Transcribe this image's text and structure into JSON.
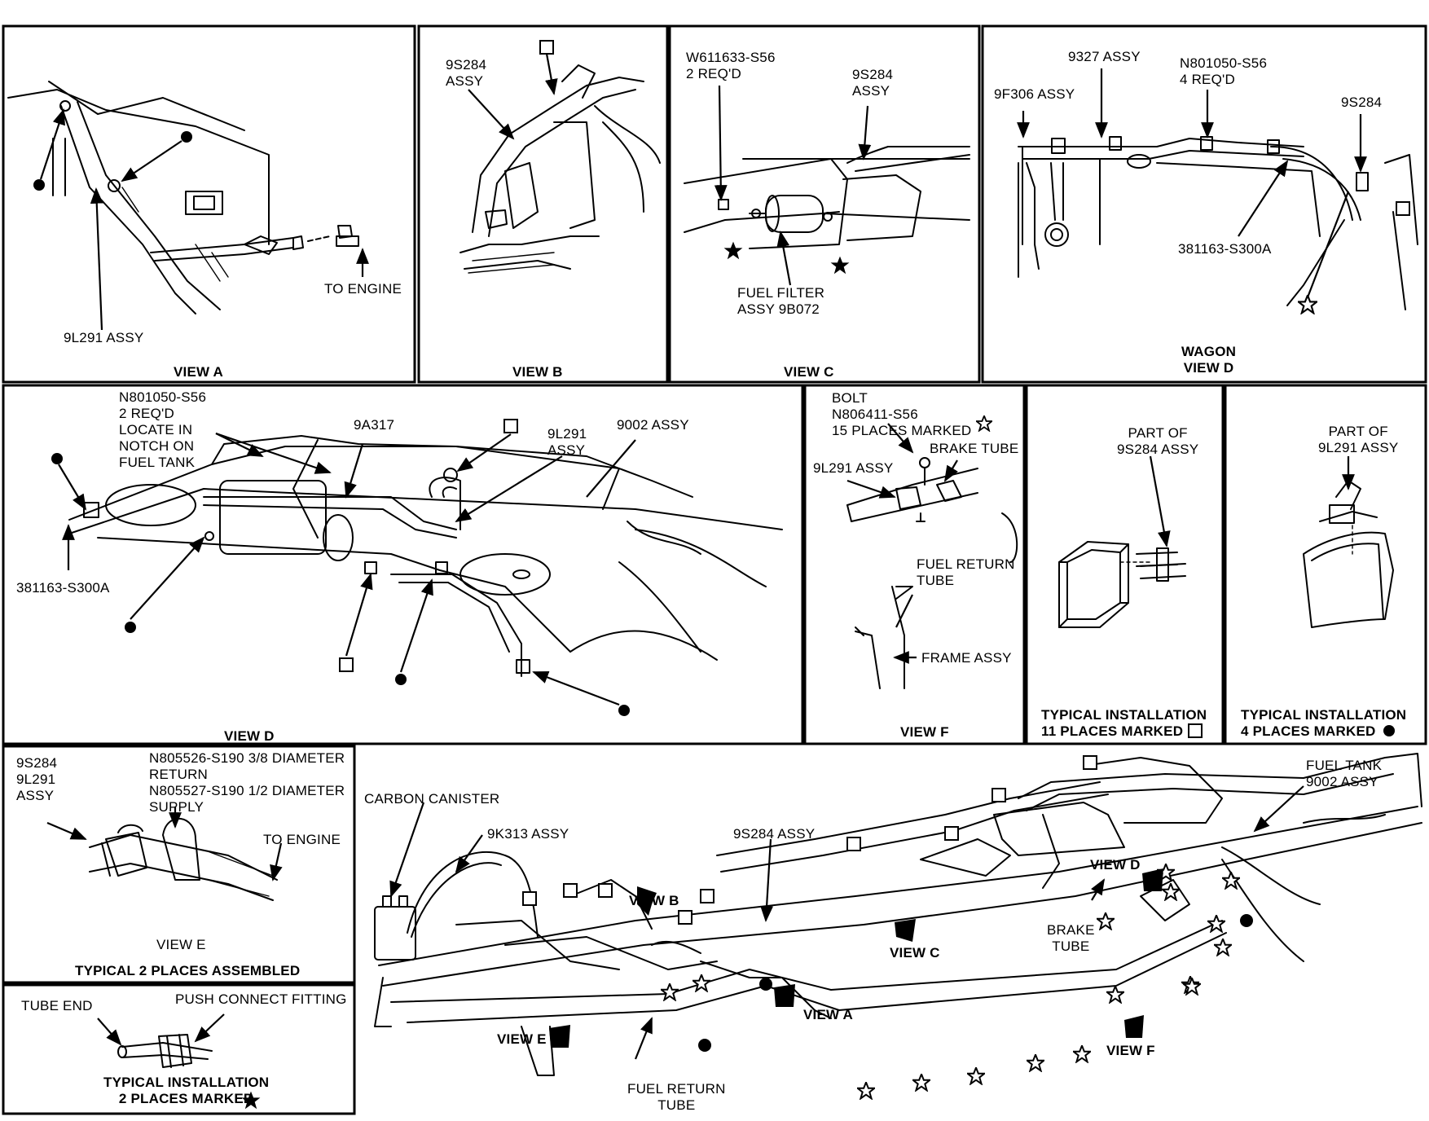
{
  "views": {
    "view_a": {
      "title": "VIEW A",
      "part": "9L291 ASSY",
      "to_engine": "TO ENGINE"
    },
    "view_b": {
      "title": "VIEW B",
      "part": "9S284\nASSY"
    },
    "view_c": {
      "title": "VIEW C",
      "bolt": "W611633-S56\n2 REQ'D",
      "part": "9S284\nASSY",
      "filter": "FUEL FILTER\nASSY 9B072"
    },
    "view_d_wagon": {
      "title": "WAGON\nVIEW D",
      "part_9327": "9327 ASSY",
      "part_n801050": "N801050-S56\n4 REQ'D",
      "part_9f306": "9F306 ASSY",
      "part_9s284": "9S284",
      "part_381163": "381163-S300A"
    },
    "view_d": {
      "title": "VIEW D",
      "part_n801050": "N801050-S56\n2 REQ'D\nLOCATE IN\nNOTCH ON\nFUEL TANK",
      "part_9a317": "9A317",
      "part_9l291": "9L291\nASSY",
      "part_9002": "9002 ASSY",
      "part_381163": "381163-S300A"
    },
    "view_f": {
      "title": "VIEW F",
      "bolt": "BOLT\nN806411-S56\n15 PLACES MARKED",
      "brake_tube": "BRAKE TUBE",
      "part_9l291": "9L291 ASSY",
      "fuel_return": "FUEL RETURN\nTUBE",
      "frame": "FRAME ASSY"
    },
    "typical_square": {
      "part": "PART OF\n9S284 ASSY",
      "caption": "TYPICAL INSTALLATION\n11 PLACES MARKED"
    },
    "typical_dot": {
      "part": "PART OF\n9L291 ASSY",
      "caption": "TYPICAL INSTALLATION\n4 PLACES MARKED"
    },
    "view_e": {
      "title": "VIEW E",
      "parts": "9S284\n9L291\nASSY",
      "return_clip": "N805526-S190 3/8 DIAMETER\nRETURN",
      "supply_clip": "N805527-S190 1/2 DIAMETER\nSUPPLY",
      "to_engine": "TO ENGINE",
      "caption": "TYPICAL 2 PLACES ASSEMBLED"
    },
    "push_connect": {
      "tube_end": "TUBE END",
      "fitting": "PUSH CONNECT FITTING",
      "caption": "TYPICAL INSTALLATION\n2 PLACES MARKED"
    },
    "overview": {
      "carbon_canister": "CARBON CANISTER",
      "part_9k313": "9K313 ASSY",
      "part_9s284": "9S284 ASSY",
      "fuel_tank": "FUEL TANK\n9002 ASSY",
      "view_b": "VIEW B",
      "view_c": "VIEW C",
      "view_d": "VIEW D",
      "view_a": "VIEW A",
      "view_e": "VIEW E",
      "view_f": "VIEW F",
      "brake_tube": "BRAKE\nTUBE",
      "fuel_return": "FUEL RETURN\nTUBE"
    }
  }
}
